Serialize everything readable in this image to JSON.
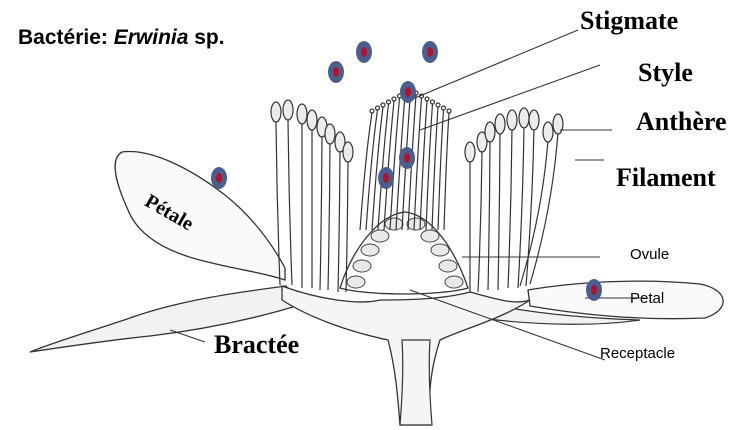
{
  "title": {
    "prefix": "Bactérie: ",
    "genus": "Erwinia",
    "suffix": " sp."
  },
  "labels": {
    "stigma": "Stigmate",
    "style": "Style",
    "anther": "Anthère",
    "filament": "Filament",
    "petal_fr": "Pétale",
    "bract": "Bractée",
    "ovule": "Ovule",
    "petal_en": "Petal",
    "receptacle": "Receptacle"
  },
  "colors": {
    "bacteria_outer": "#4a5f8f",
    "bacteria_inner": "#b3122a",
    "line": "#333333"
  }
}
